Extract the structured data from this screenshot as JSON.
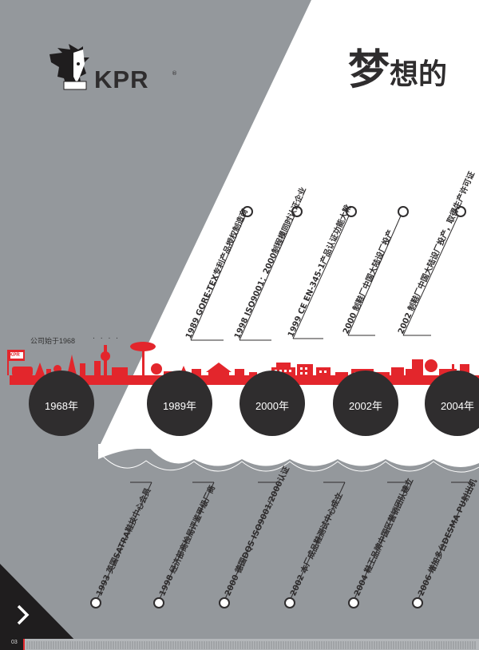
{
  "title": {
    "part1": "梦",
    "part2": "想的"
  },
  "brand": {
    "name": "KPR",
    "registered": "®",
    "badge_text": "KPR"
  },
  "since_text": "公司始于1968",
  "since_dots": ". . . .",
  "years": [
    "1968年",
    "1989年",
    "2000年",
    "2002年",
    "2004年"
  ],
  "upper_milestones": [
    "1989 GORE-TEX专利产品授权制造商",
    "1998 ISO9001：2000制程模同时认证企业",
    "1999 CE EN-345-1产品认证功能大靴",
    "2000 制鞋厂中国大陆设厂投产",
    "2002 制鞋厂中国大陆设厂投产，取得生产许可证"
  ],
  "lower_milestones": [
    "1993 英国SATRA鞋技中心会员",
    "1998 经济部商检局评鉴甲级厂商",
    "2000 德国DQS ISO9001/2000认证",
    "2002 本厂成品鞋测试中心成立",
    "2004 鞋王品牌中国区营销团队建立",
    "2006 增加多台DESMA PU射出机"
  ],
  "nav": {
    "next_icon": "chevron-right-icon"
  },
  "page_number": "03",
  "colors": {
    "background": "#94989c",
    "dark": "#2f2d2e",
    "accent": "#e3262c",
    "white": "#ffffff"
  }
}
